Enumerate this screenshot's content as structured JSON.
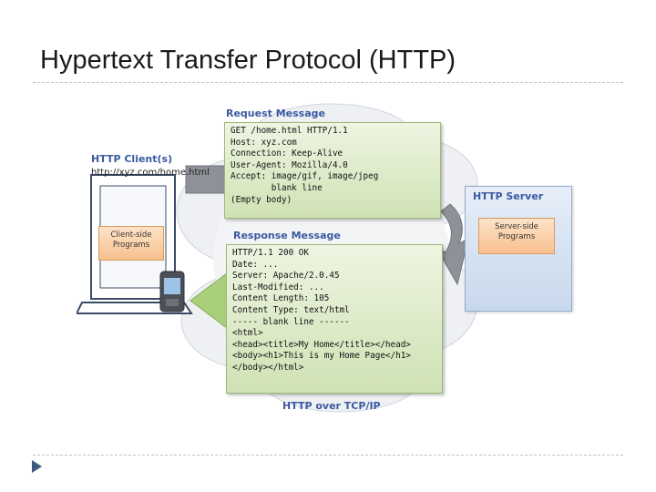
{
  "slide": {
    "title": "Hypertext Transfer Protocol (HTTP)"
  },
  "diagram": {
    "request_label": "Request Message",
    "request_lines": "GET /home.html HTTP/1.1\nHost: xyz.com\nConnection: Keep-Alive\nUser-Agent: Mozilla/4.0\nAccept: image/gif, image/jpeg\n        blank line\n(Empty body)",
    "client_label": "HTTP Client(s)",
    "client_url": "http://xyz.com/home.html",
    "client_programs": "Client-side Programs",
    "server_label": "HTTP Server",
    "server_programs": "Server-side Programs",
    "response_label": "Response Message",
    "response_lines": "HTTP/1.1 200 OK\nDate: ...\nServer: Apache/2.0.45\nLast-Modified: ...\nContent Length: 105\nContent Type: text/html\n----- blank line ------\n<html>\n<head><title>My Home</title></head>\n<body><h1>This is my Home Page</h1>\n</body></html>",
    "transport_label": "HTTP over TCP/IP"
  },
  "colors": {
    "label_blue": "#3b5aa0",
    "message_green": "#cfe2b4",
    "program_orange": "#f7c08e",
    "server_blue": "#c8d8ec",
    "nav_arrow": "#3c5a80"
  }
}
